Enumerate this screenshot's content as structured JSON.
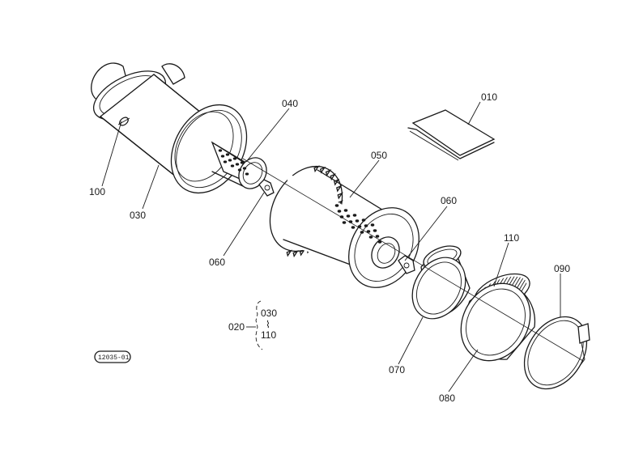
{
  "callouts": {
    "p010": "010",
    "p020": "020",
    "p030": "030",
    "p040": "040",
    "p050": "050",
    "p060_left": "060",
    "p060_right": "060",
    "p070": "070",
    "p080": "080",
    "p090": "090",
    "p100": "100",
    "p110": "110"
  },
  "kit": {
    "label": "020",
    "range_from": "030",
    "range_sep": "⌇",
    "range_to": "110"
  },
  "stamp": "12035-01"
}
